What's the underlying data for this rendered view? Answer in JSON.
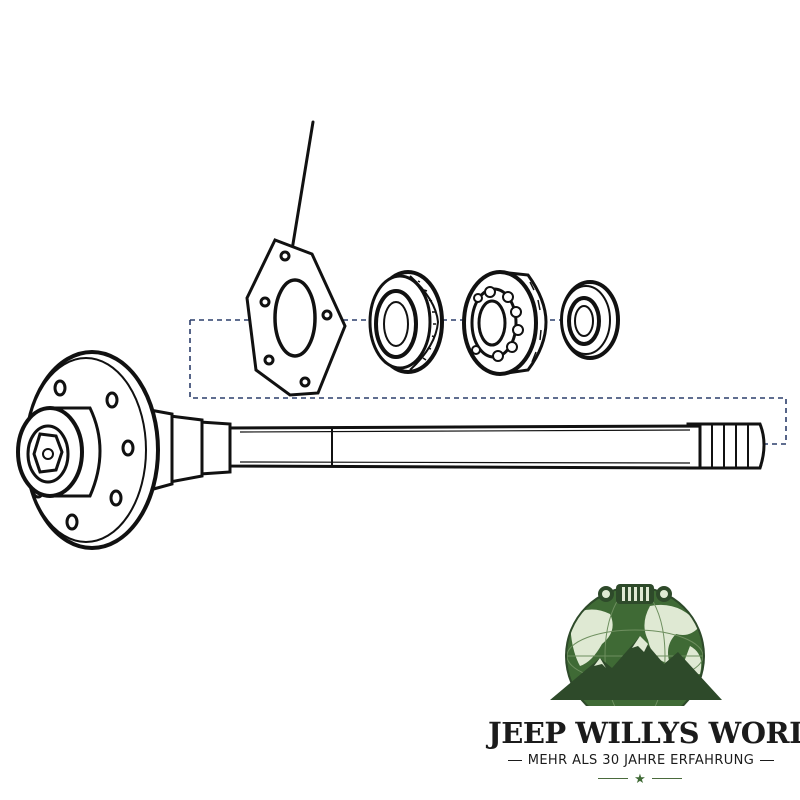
{
  "brand": {
    "name": "JEEP WILLYS WORLD",
    "tagline": "MEHR ALS 30 JAHRE ERFAHRUNG",
    "accent_color": "#3f6a35",
    "dark_color": "#2e4a2a",
    "emblem_icon": "globe-mountain-jeep-grille-icon",
    "star_icon": "star-icon"
  },
  "diagram": {
    "parts": [
      "axle-shaft",
      "retainer-plate",
      "bearing-cup",
      "roller-bearing",
      "oil-seal"
    ]
  }
}
